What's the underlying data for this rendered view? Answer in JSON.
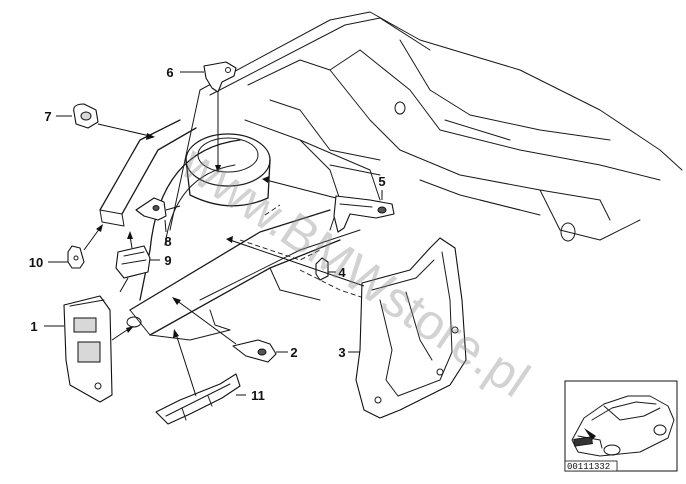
{
  "callouts": [
    {
      "id": "1",
      "label": "1"
    },
    {
      "id": "2",
      "label": "2"
    },
    {
      "id": "3",
      "label": "3"
    },
    {
      "id": "4",
      "label": "4"
    },
    {
      "id": "5",
      "label": "5"
    },
    {
      "id": "6",
      "label": "6"
    },
    {
      "id": "7",
      "label": "7"
    },
    {
      "id": "8",
      "label": "8"
    },
    {
      "id": "9",
      "label": "9"
    },
    {
      "id": "10",
      "label": "10"
    },
    {
      "id": "11",
      "label": "11"
    }
  ],
  "watermark": "www.BMWstore.pl",
  "thumbnail": {
    "diagram_number": "00111332"
  },
  "colors": {
    "line": "#111111",
    "background": "#ffffff",
    "watermark": "#8a8a8a"
  }
}
